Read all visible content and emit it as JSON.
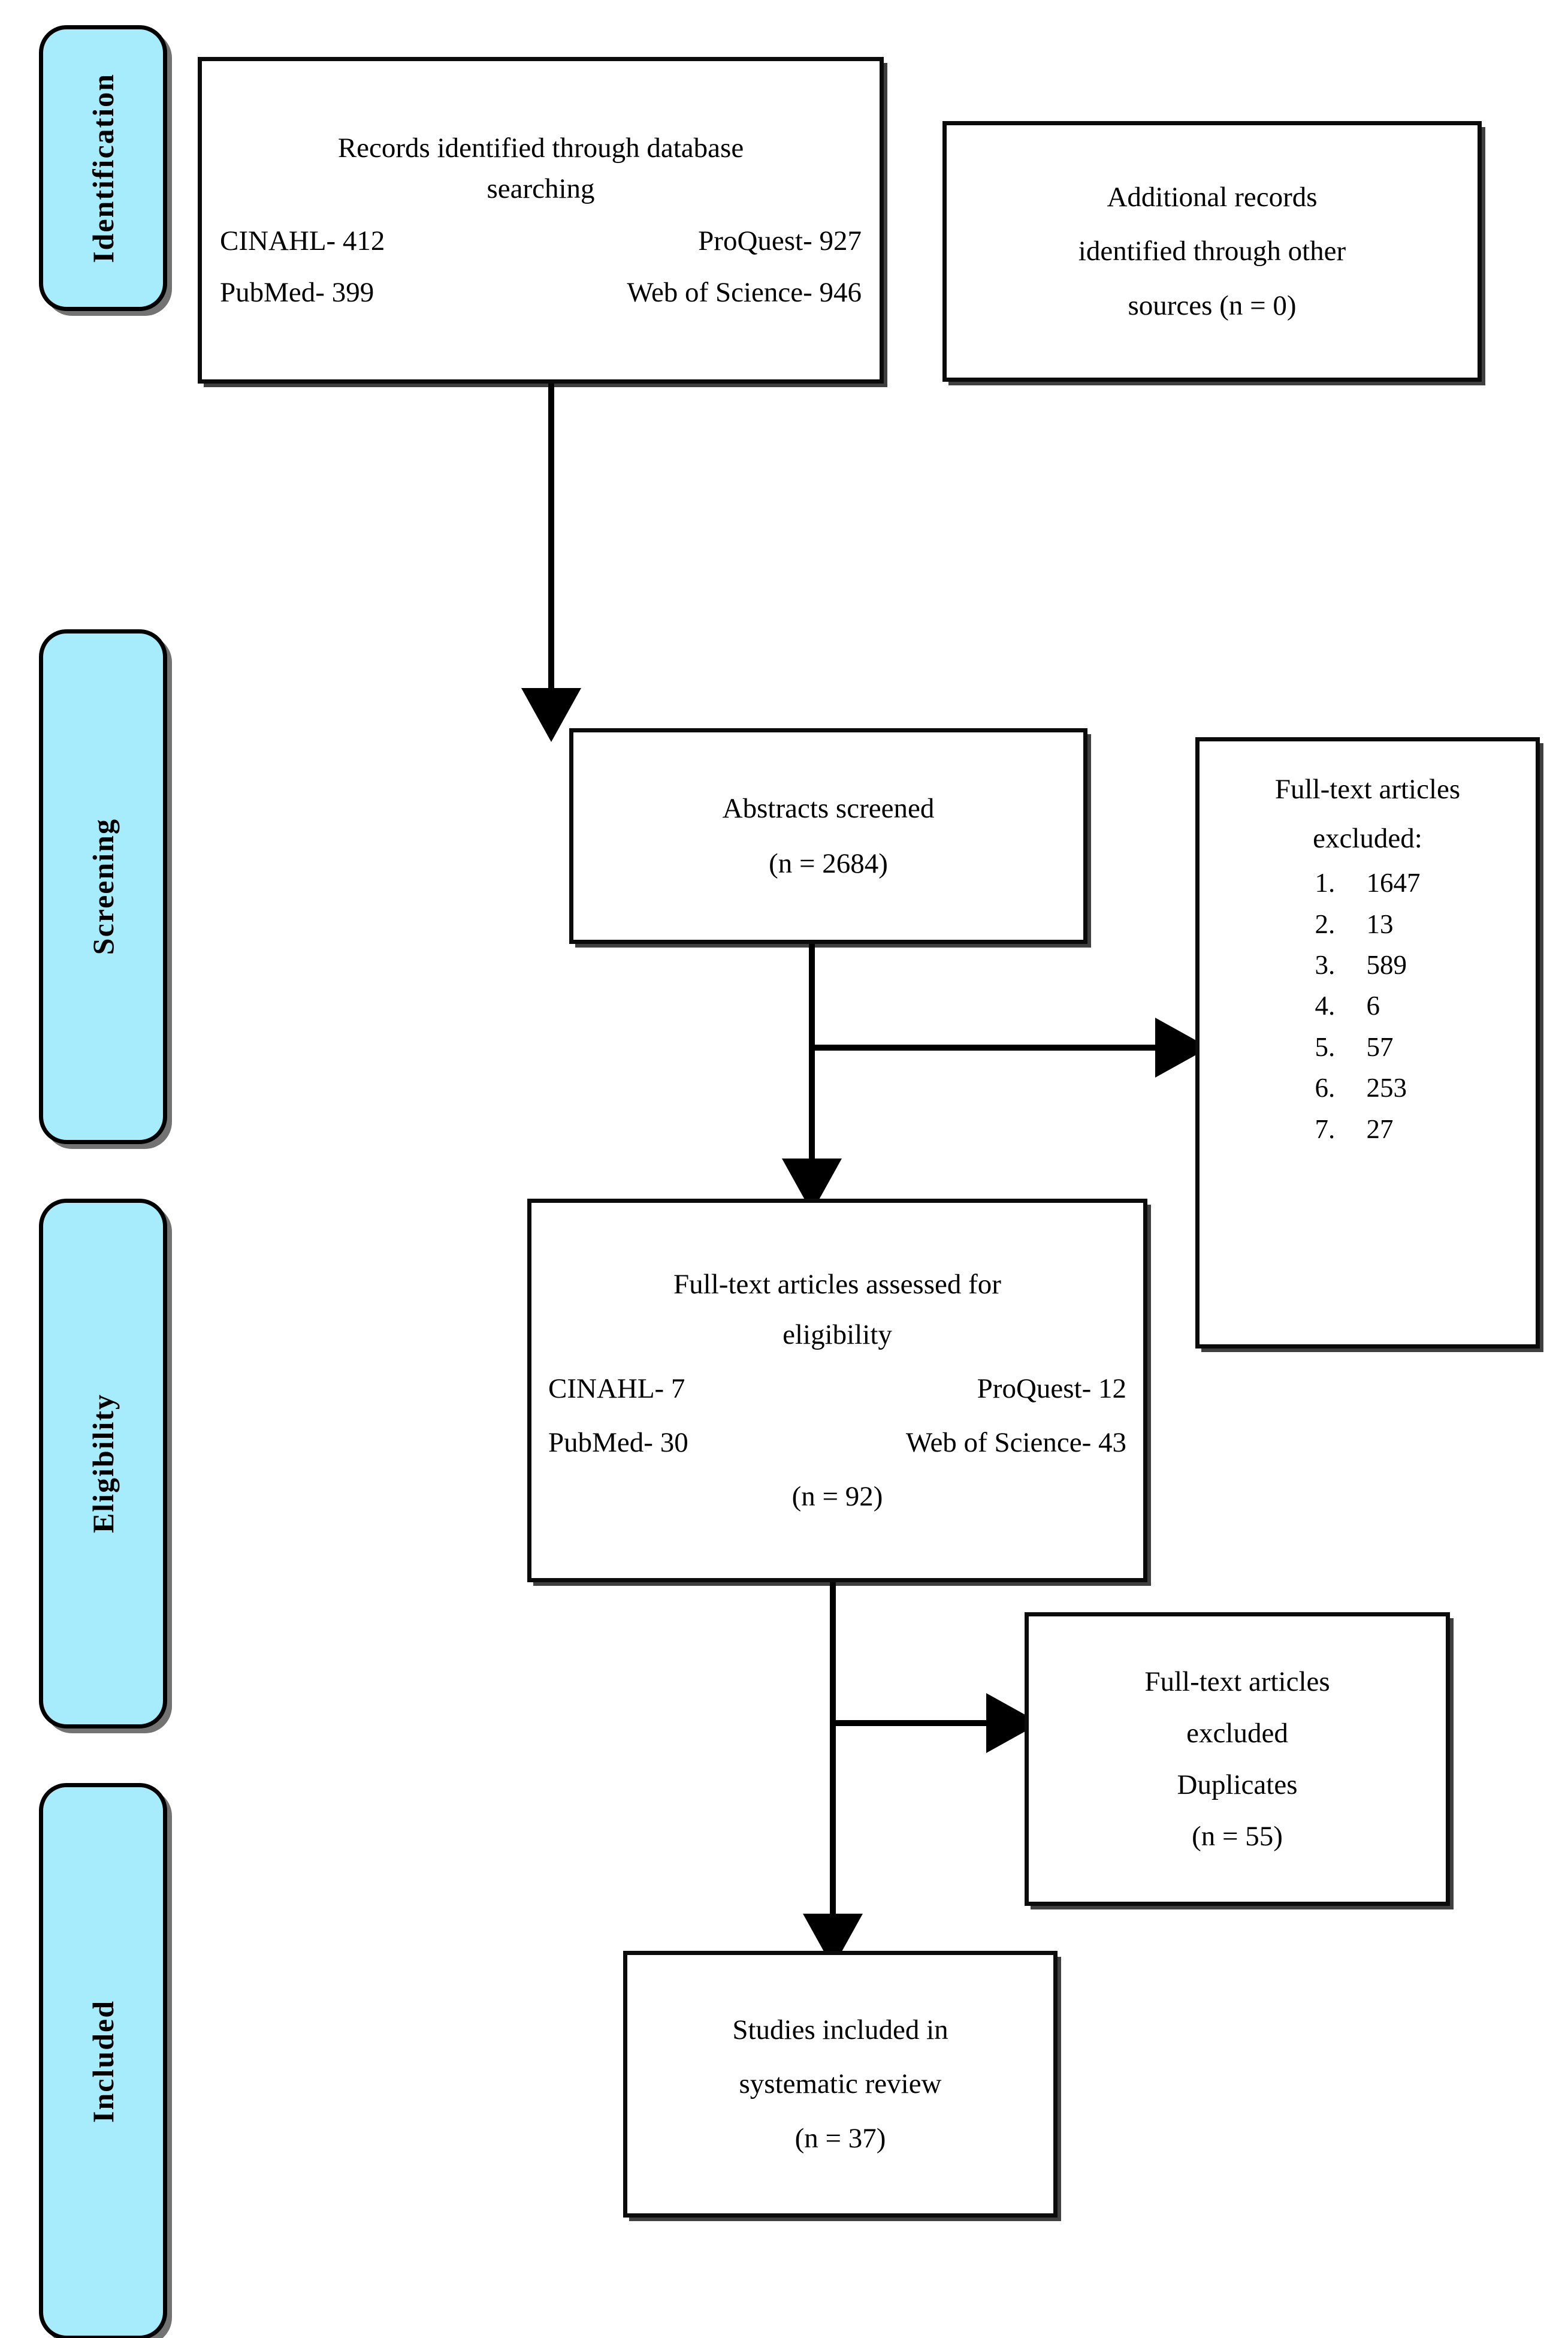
{
  "diagram": {
    "title": "PRISMA flow diagram",
    "accent_color": "#a6ecfd",
    "line_color": "#000000"
  },
  "phases": [
    {
      "key": "identification",
      "label": "Identification"
    },
    {
      "key": "screening",
      "label": "Screening"
    },
    {
      "key": "eligibility",
      "label": "Eligibility"
    },
    {
      "key": "included",
      "label": "Included"
    }
  ],
  "boxes": {
    "database_search": {
      "heading_line1": "Records identified through database",
      "heading_line2": "searching",
      "sources": [
        {
          "left": "CINAHL- 412",
          "right": "ProQuest- 927"
        },
        {
          "left": "PubMed- 399",
          "right": "Web of Science- 946"
        }
      ]
    },
    "other_sources": {
      "line1": "Additional records",
      "line2": "identified through other",
      "line3": "sources (n = 0)"
    },
    "abstracts_screened": {
      "line1": "Abstracts screened",
      "count": "(n = 2684)"
    },
    "fulltext_excluded_reasons": {
      "line1": "Full-text articles",
      "line2": "excluded:",
      "items": [
        {
          "num": "1.",
          "value": "1647"
        },
        {
          "num": "2.",
          "value": "13"
        },
        {
          "num": "3.",
          "value": "589"
        },
        {
          "num": "4.",
          "value": "6"
        },
        {
          "num": "5.",
          "value": "57"
        },
        {
          "num": "6.",
          "value": "253"
        },
        {
          "num": "7.",
          "value": "27"
        }
      ]
    },
    "fulltext_assessed": {
      "line1": "Full-text articles assessed for",
      "line2": "eligibility",
      "sources": [
        {
          "left": "CINAHL- 7",
          "right": "ProQuest- 12"
        },
        {
          "left": "PubMed- 30",
          "right": "Web of Science- 43"
        }
      ],
      "count": "(n = 92)"
    },
    "duplicates_excluded": {
      "line1": "Full-text articles",
      "line2": "excluded",
      "line3": "Duplicates",
      "count": "(n = 55)"
    },
    "studies_included": {
      "line1": "Studies included in",
      "line2": "systematic review",
      "count": "(n = 37)"
    }
  },
  "chart_data": {
    "type": "diagram",
    "title": "PRISMA flow diagram",
    "stages": [
      {
        "stage": "Identification",
        "label": "Records identified through database searching",
        "sources": {
          "CINAHL": 412,
          "ProQuest": 927,
          "PubMed": 399,
          "Web of Science": 946
        },
        "total": 2684
      },
      {
        "stage": "Identification",
        "label": "Additional records identified through other sources",
        "n": 0
      },
      {
        "stage": "Screening",
        "label": "Abstracts screened",
        "n": 2684
      },
      {
        "stage": "Screening",
        "label": "Full-text articles excluded",
        "reasons": [
          1647,
          13,
          589,
          6,
          57,
          253,
          27
        ]
      },
      {
        "stage": "Eligibility",
        "label": "Full-text articles assessed for eligibility",
        "sources": {
          "CINAHL": 7,
          "ProQuest": 12,
          "PubMed": 30,
          "Web of Science": 43
        },
        "n": 92
      },
      {
        "stage": "Eligibility",
        "label": "Full-text articles excluded Duplicates",
        "n": 55
      },
      {
        "stage": "Included",
        "label": "Studies included in systematic review",
        "n": 37
      }
    ]
  }
}
